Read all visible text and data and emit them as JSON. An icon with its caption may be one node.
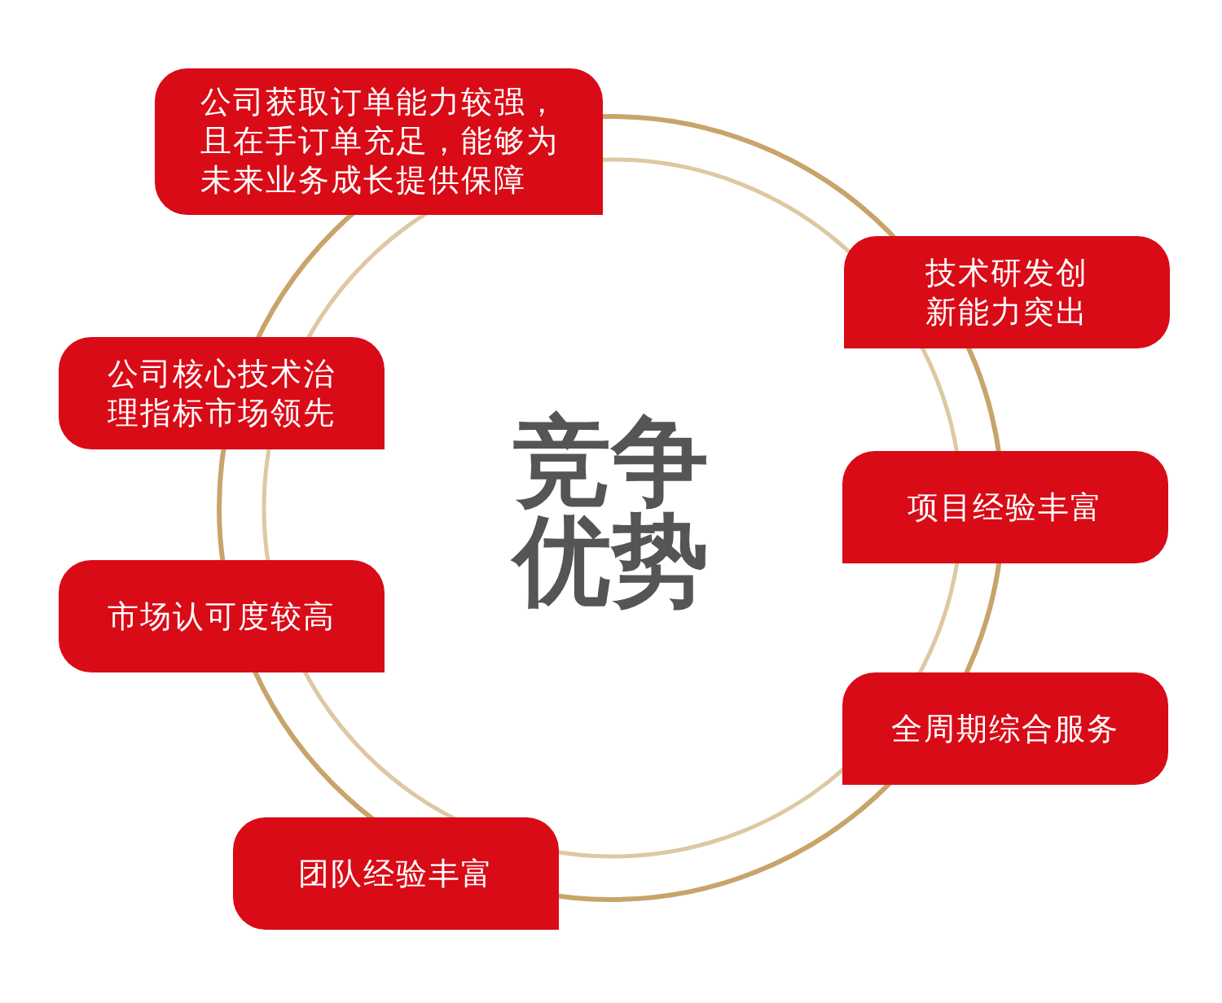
{
  "diagram": {
    "nodes": [
      {
        "text": [
          "竞争优势"
        ]
      },
      {
        "text": [
          "公司获取订单能力较强，且在手订单充足，能够为未来业务成长提供保障"
        ]
      },
      {
        "text": [
          "技术研发创新能力突出"
        ]
      },
      {
        "text": [
          "公司核心技术治理指标市场领先"
        ]
      },
      {
        "text": [
          "项目经验丰富"
        ]
      },
      {
        "text": [
          "市场认可度较高"
        ]
      },
      {
        "text": [
          "全周期综合服务"
        ]
      },
      {
        "text": [
          "团队经验丰富"
        ]
      }
    ]
  }
}
